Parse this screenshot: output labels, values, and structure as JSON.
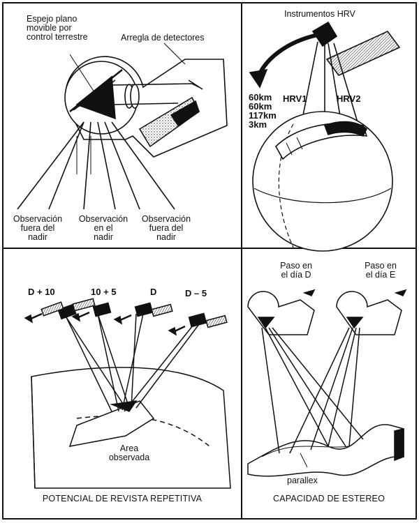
{
  "panel_top_left": {
    "mirror_label": [
      "Espejo plano",
      "movible por",
      "control terrestre"
    ],
    "detectors_label": "Arregla de detectores",
    "obs_left": [
      "Observación",
      "fuera del",
      "nadir"
    ],
    "obs_center": [
      "Observación",
      "en el",
      "nadir"
    ],
    "obs_right": [
      "Observación",
      "fuera del",
      "nadir"
    ]
  },
  "panel_top_right": {
    "instruments_label": "Instrumentos HRV",
    "hrv1": "HRV1",
    "hrv2": "HRV2",
    "distances": [
      "60km",
      "60km",
      "117km",
      "3km"
    ]
  },
  "panel_bottom_left": {
    "days": [
      "D + 10",
      "10 + 5",
      "D",
      "D – 5"
    ],
    "area_label": [
      "Area",
      "observada"
    ],
    "caption": "POTENCIAL DE REVISTA REPETITIVA"
  },
  "panel_bottom_right": {
    "pass_d": [
      "Paso en",
      "el día D"
    ],
    "pass_e": [
      "Paso en",
      "el día E"
    ],
    "parallax": "parallex",
    "caption": "CAPACIDAD DE ESTEREO"
  },
  "colors": {
    "ink": "#111111",
    "paper": "#ffffff",
    "shade": "#555555"
  }
}
